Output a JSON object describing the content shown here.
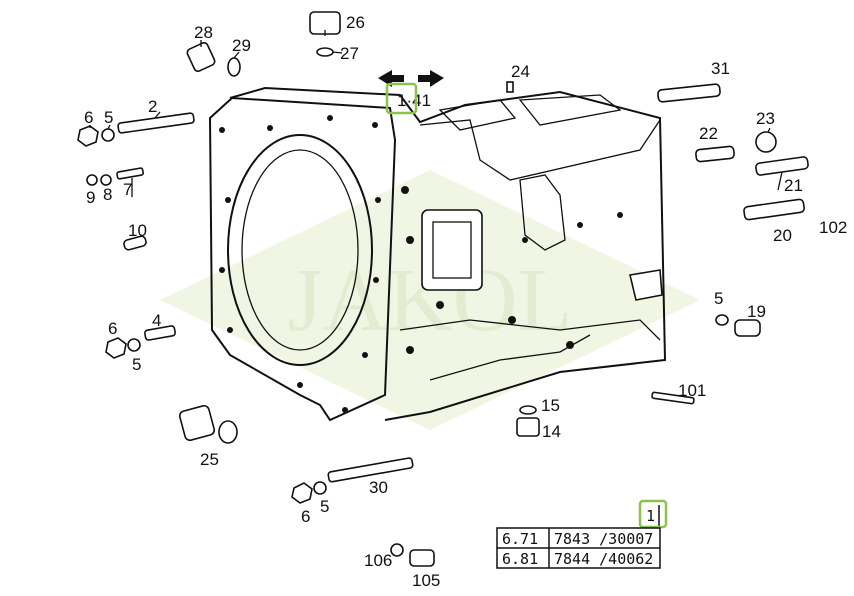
{
  "diagram": {
    "watermark": "JAKOL",
    "reference_marker": "1·41",
    "page_marker": "1",
    "colors": {
      "highlight": "#8bc34a",
      "line": "#111111",
      "watermark": "#e6efd2"
    },
    "callouts": [
      {
        "id": "c28",
        "text": "28"
      },
      {
        "id": "c29",
        "text": "29"
      },
      {
        "id": "c26",
        "text": "26"
      },
      {
        "id": "c27",
        "text": "27"
      },
      {
        "id": "c24",
        "text": "24"
      },
      {
        "id": "c31",
        "text": "31"
      },
      {
        "id": "c2",
        "text": "2"
      },
      {
        "id": "c6a",
        "text": "6"
      },
      {
        "id": "c5a",
        "text": "5"
      },
      {
        "id": "c22",
        "text": "22"
      },
      {
        "id": "c23",
        "text": "23"
      },
      {
        "id": "c9",
        "text": "9"
      },
      {
        "id": "c8",
        "text": "8"
      },
      {
        "id": "c7",
        "text": "7"
      },
      {
        "id": "c21",
        "text": "21"
      },
      {
        "id": "c102",
        "text": "102"
      },
      {
        "id": "c20",
        "text": "20"
      },
      {
        "id": "c10",
        "text": "10"
      },
      {
        "id": "c4",
        "text": "4"
      },
      {
        "id": "c6b",
        "text": "6"
      },
      {
        "id": "c5b",
        "text": "5"
      },
      {
        "id": "c5c",
        "text": "5"
      },
      {
        "id": "c19",
        "text": "19"
      },
      {
        "id": "c101",
        "text": "101"
      },
      {
        "id": "c15",
        "text": "15"
      },
      {
        "id": "c14",
        "text": "14"
      },
      {
        "id": "c25",
        "text": "25"
      },
      {
        "id": "c30",
        "text": "30"
      },
      {
        "id": "c6c",
        "text": "6"
      },
      {
        "id": "c5d",
        "text": "5"
      },
      {
        "id": "c106",
        "text": "106"
      },
      {
        "id": "c105",
        "text": "105"
      }
    ],
    "table": [
      {
        "model": "6.71",
        "code": "7843 /30007"
      },
      {
        "model": "6.81",
        "code": "7844 /40062"
      }
    ]
  }
}
